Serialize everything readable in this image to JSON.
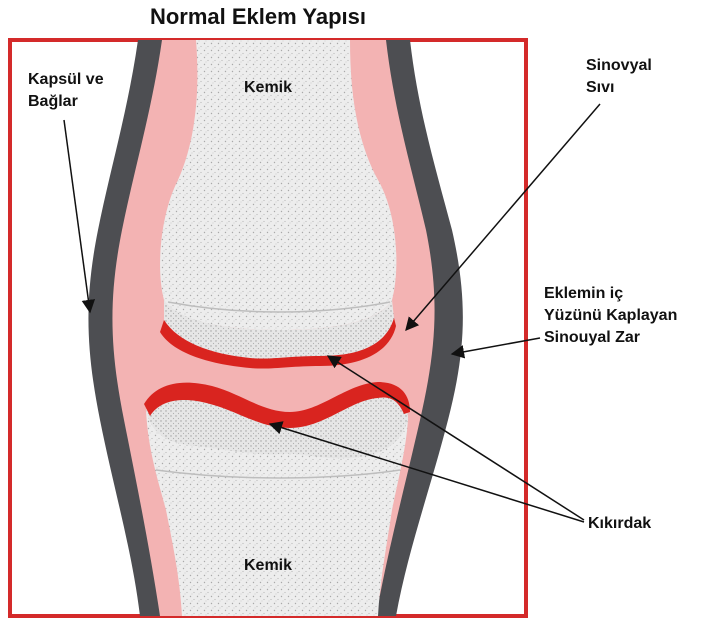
{
  "title": "Normal Eklem Yapısı",
  "labels": {
    "bone_top": "Kemik",
    "bone_bottom": "Kemik",
    "capsule": [
      "Kapsül ve",
      "Bağlar"
    ],
    "synovial_fluid": [
      "Sinovyal",
      "Sıvı"
    ],
    "synovial_membrane": [
      "Eklemin iç",
      "Yüzünü Kaplayan",
      "Sinouyal Zar"
    ],
    "cartilage": "Kıkırdak"
  },
  "colors": {
    "frame": "#d42a2a",
    "capsule": "#4d4e52",
    "fluid": "#f3b3b3",
    "cartilage": "#d9241f",
    "bone": "#ececec"
  }
}
